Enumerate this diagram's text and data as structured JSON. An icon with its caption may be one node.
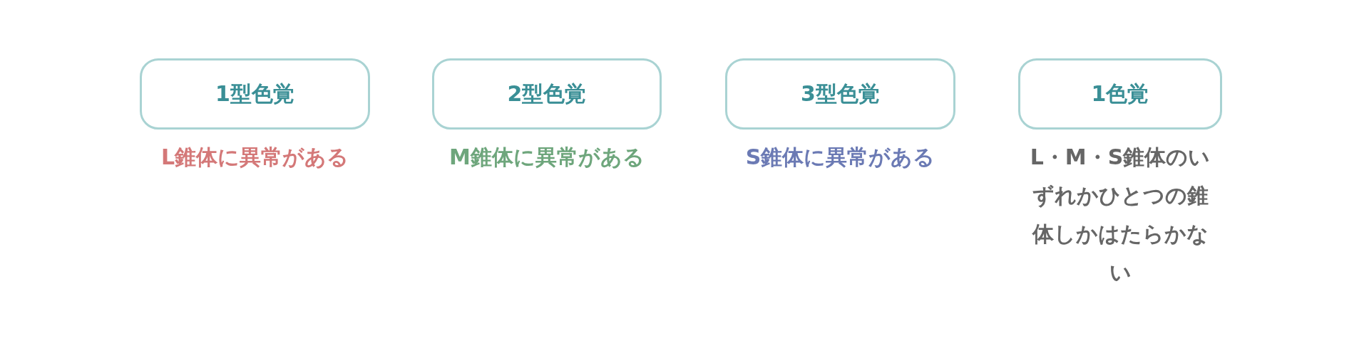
{
  "diagram": {
    "nodes": [
      {
        "text": [
          "1型色覚"
        ],
        "beside": [
          "L錐体に異常がある"
        ]
      },
      {
        "text": [
          "2型色覚"
        ],
        "beside": [
          "M錐体に異常がある"
        ]
      },
      {
        "text": [
          "3型色覚"
        ],
        "beside": [
          "S錐体に異常がある"
        ]
      },
      {
        "text": [
          "1色覚"
        ],
        "beside": [
          "L・M・S錐体のいずれか**ひとつの錐体**しかはたらかない"
        ]
      }
    ]
  }
}
